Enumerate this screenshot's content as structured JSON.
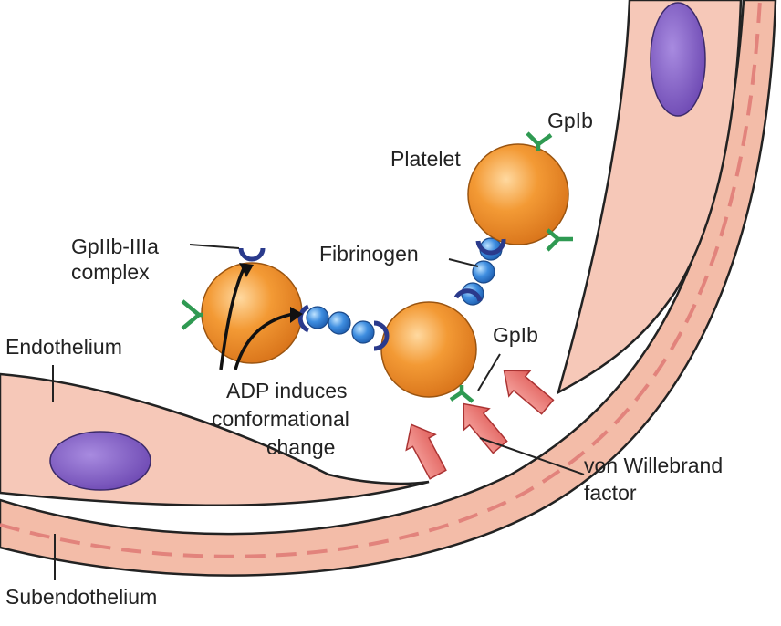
{
  "labels": {
    "gpib_top": "GpIb",
    "platelet": "Platelet",
    "gpiib_line1": "GpIIb-IIIa",
    "gpiib_line2": "complex",
    "fibrinogen": "Fibrinogen",
    "gpib_mid": "GpIb",
    "endothelium": "Endothelium",
    "adp_line1": "ADP induces",
    "adp_line2": "conformational",
    "adp_line3": "change",
    "vwf_line1": "von Willebrand",
    "vwf_line2": "factor",
    "subendothelium": "Subendothelium"
  },
  "colors": {
    "endothelium_fill": "#f6c8b8",
    "subendothelium_fill": "#f3bca8",
    "dash": "#e2837c",
    "outline": "#222222",
    "nucleus": "#8a63c9",
    "platelet": "#f08a22",
    "receptor": "#2a3a8c",
    "gpib": "#2f9a52",
    "fibrinogen": "#3f8ee0",
    "vwf": "#e9706c"
  }
}
